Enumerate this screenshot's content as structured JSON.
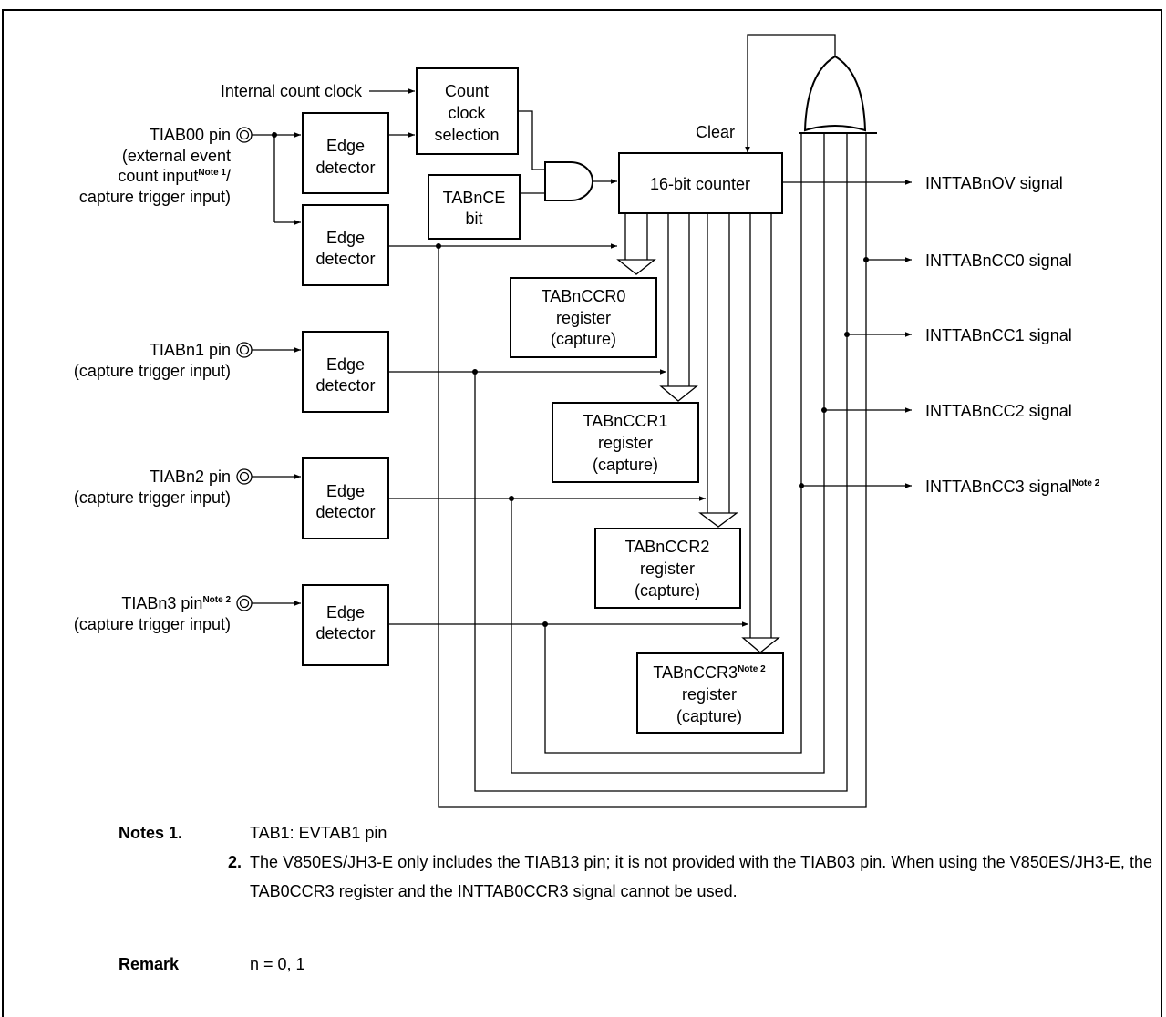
{
  "inputs": {
    "internal_clock": "Internal count clock",
    "tiab00_line1": "TIAB00 pin",
    "tiab00_line2": "(external event",
    "tiab00_line3": "count input",
    "tiab00_note": "Note 1",
    "tiab00_line3_tail": "/",
    "tiab00_line4": "capture trigger input)",
    "tiabn1_line1": "TIABn1 pin",
    "tiabn1_line2": "(capture trigger input)",
    "tiabn2_line1": "TIABn2 pin",
    "tiabn2_line2": "(capture trigger input)",
    "tiabn3_line1": "TIABn3 pin",
    "tiabn3_note": "Note 2",
    "tiabn3_line2": "(capture trigger input)"
  },
  "blocks": {
    "edge_line1": "Edge",
    "edge_line2": "detector",
    "count_clock_line1": "Count",
    "count_clock_line2": "clock",
    "count_clock_line3": "selection",
    "tabnce_line1": "TABnCE",
    "tabnce_line2": "bit",
    "counter": "16-bit counter",
    "clear": "Clear",
    "ccr0": "TABnCCR0",
    "ccr1": "TABnCCR1",
    "ccr2": "TABnCCR2",
    "ccr3": "TABnCCR3",
    "ccr3_note": "Note 2",
    "register": "register",
    "capture": "(capture)"
  },
  "outputs": {
    "ov": "INTTABnOV signal",
    "cc0": "INTTABnCC0 signal",
    "cc1": "INTTABnCC1 signal",
    "cc2": "INTTABnCC2 signal",
    "cc3": "INTTABnCC3 signal",
    "cc3_note": "Note 2"
  },
  "notes": {
    "heading": "Notes",
    "n1_num": "1.",
    "n1_text": "TAB1:  EVTAB1 pin",
    "n2_num": "2.",
    "n2_text": "The V850ES/JH3-E only includes the TIAB13 pin; it is not provided with the TIAB03 pin.  When using the V850ES/JH3-E, the TAB0CCR3 register and the INTTAB0CCR3 signal cannot be used.",
    "remark_label": "Remark",
    "remark_text": "n = 0, 1"
  }
}
